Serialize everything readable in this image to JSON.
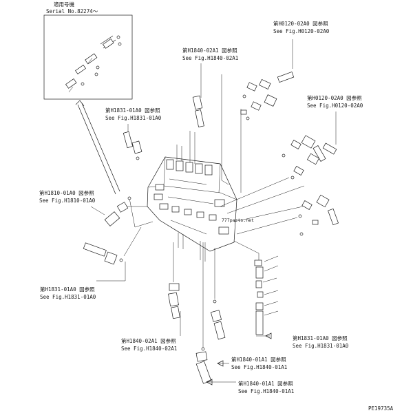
{
  "inset": {
    "title_jp": "適用号機",
    "serial": "Serial No.82274～"
  },
  "refs": [
    {
      "jp": "第H0120-02A0 図参照",
      "en": "See Fig.H0120-02A0"
    },
    {
      "jp": "第H1840-02A1 図参照",
      "en": "See Fig.H1840-02A1"
    },
    {
      "jp": "第H0120-02A0 図参照",
      "en": "See Fig.H0120-02A0"
    },
    {
      "jp": "第H1831-01A0 図参照",
      "en": "See Fig.H1831-01A0"
    },
    {
      "jp": "第H1810-01A0 図参照",
      "en": "See Fig.H1810-01A0"
    },
    {
      "jp": "第H1831-01A0 図参照",
      "en": "See Fig.H1831-01A0"
    },
    {
      "jp": "第H1831-01A0 図参照",
      "en": "See Fig.H1831-01A0"
    },
    {
      "jp": "第H1840-02A1 図参照",
      "en": "See Fig.H1840-02A1"
    },
    {
      "jp": "第H1840-01A1 図参照",
      "en": "See Fig.H1840-01A1"
    },
    {
      "jp": "第H1840-01A1 図参照",
      "en": "See Fig.H1840-01A1"
    }
  ],
  "watermark": "777parts.net",
  "drawing_number": "PE19735A"
}
